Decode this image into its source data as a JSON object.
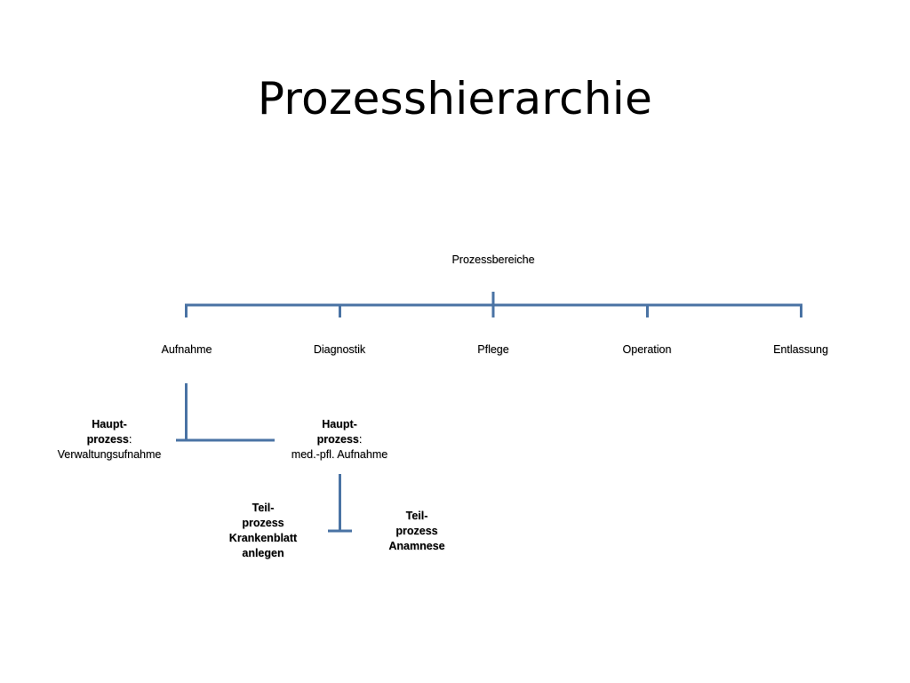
{
  "title": "Prozesshierarchie",
  "colors": {
    "connector": "#4a73a4",
    "text": "#000000",
    "background": "#ffffff"
  },
  "root": {
    "label": "Prozessbereiche"
  },
  "areas": [
    {
      "label": "Aufnahme"
    },
    {
      "label": "Diagnostik"
    },
    {
      "label": "Pflege"
    },
    {
      "label": "Operation"
    },
    {
      "label": "Entlassung"
    }
  ],
  "main_processes": [
    {
      "line1": "Haupt-",
      "line2_bold": "prozess",
      "line2_rest": ":",
      "line3": "Verwaltungsufnahme"
    },
    {
      "line1": "Haupt-",
      "line2_bold": "prozess",
      "line2_rest": ":",
      "line3": "med.-pfl. Aufnahme"
    }
  ],
  "sub_processes": [
    {
      "lines": [
        "Teil-",
        "prozess",
        "Krankenblatt",
        "anlegen"
      ]
    },
    {
      "lines": [
        "Teil-",
        "prozess",
        "Anamnese"
      ]
    }
  ]
}
